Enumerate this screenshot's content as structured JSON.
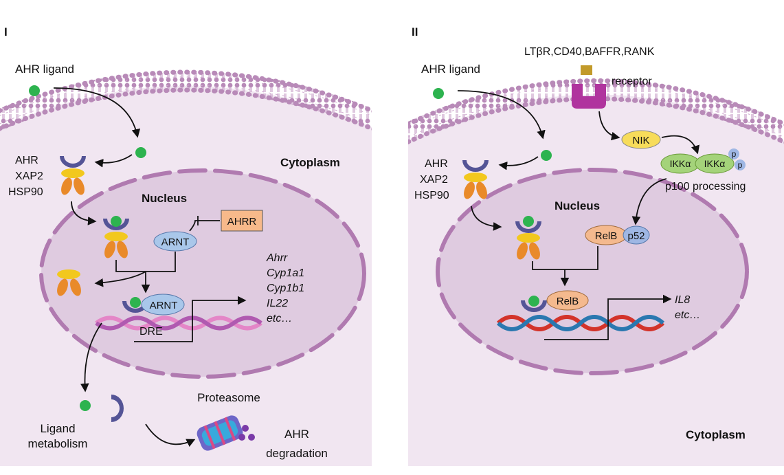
{
  "panel_i": {
    "label": "I",
    "ligand_label": "AHR  ligand",
    "complex_labels": [
      "AHR",
      "XAP2",
      "HSP90"
    ],
    "cytoplasm_label": "Cytoplasm",
    "nucleus_label": "Nucleus",
    "ahrr_label": "AHRR",
    "arnt_label": "ARNT",
    "arnt_bound_label": "ARNT",
    "dre_label": "DRE",
    "target_genes": [
      "Ahrr",
      "Cyp1a1",
      "Cyp1b1",
      "IL22",
      "etc…"
    ],
    "ligand_metabolism_label": [
      "Ligand",
      "metabolism"
    ],
    "proteasome_label": "Proteasome",
    "degradation_label": [
      "AHR",
      "degradation"
    ]
  },
  "panel_ii": {
    "label": "II",
    "ligand_label": "AHR  ligand",
    "receptors_label": "LTβR,CD40,BAFFR,RANK",
    "receptor_label": "receptor",
    "nik_label": "NIK",
    "ikk_labels": [
      "IKKα",
      "IKKα"
    ],
    "phospho_labels": [
      "p",
      "p"
    ],
    "p100_label": "p100 processing",
    "complex_labels": [
      "AHR",
      "XAP2",
      "HSP90"
    ],
    "nucleus_label": "Nucleus",
    "relb_label": "RelB",
    "p52_label": "p52",
    "relb_bound_label": "RelB",
    "target_genes": [
      "IL8",
      "etc…"
    ],
    "cytoplasm_label": "Cytoplasm"
  },
  "colors": {
    "cytoplasm": "#f1e6f1",
    "membrane": "#b88ab8",
    "nucleus": "#dfcbe0",
    "nuclear_envelope": "#b07ab0",
    "ligand": "#2db34f",
    "ahr": "#545496",
    "xap2": "#f2c81e",
    "hsp90": "#e98a2a",
    "arnt": "#a9c7ea",
    "ahrr": "#f7b98a",
    "nik": "#f7dc5a",
    "ikk": "#a4d37a",
    "p_phos": "#9fb7e4",
    "relb": "#f4b98e",
    "receptor": "#b0349e",
    "receptor_ligand": "#c29a2a",
    "dna_pink_a": "#e486c7",
    "dna_pink_b": "#b05ab0",
    "dna_red": "#d3332a",
    "dna_blue": "#2a78b0"
  }
}
